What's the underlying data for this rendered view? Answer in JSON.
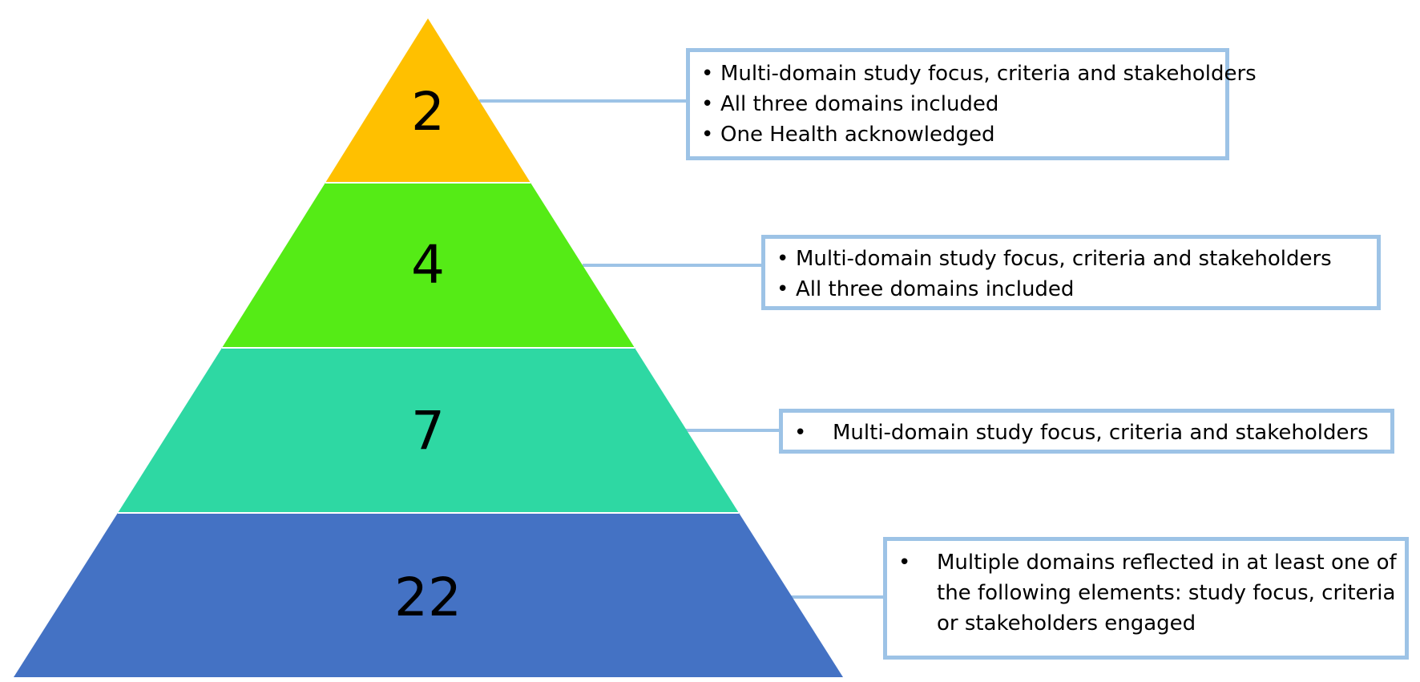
{
  "pyramid": {
    "connector_color": "#9dc3e6",
    "tiers": [
      {
        "number": "2",
        "color": "#ffc000",
        "bullets": [
          "Multi-domain study focus, criteria and stakeholders",
          "All three domains included",
          "One Health acknowledged"
        ]
      },
      {
        "number": "4",
        "color": "#55eb16",
        "bullets": [
          "Multi-domain study focus, criteria and stakeholders",
          "All three domains included"
        ]
      },
      {
        "number": "7",
        "color": "#2ed8a3",
        "bullets": [
          "Multi-domain study focus, criteria and stakeholders"
        ]
      },
      {
        "number": "22",
        "color": "#4472c4",
        "bullets": [
          "Multiple domains reflected in at least one of the following elements: study focus, criteria or stakeholders engaged"
        ]
      }
    ]
  }
}
